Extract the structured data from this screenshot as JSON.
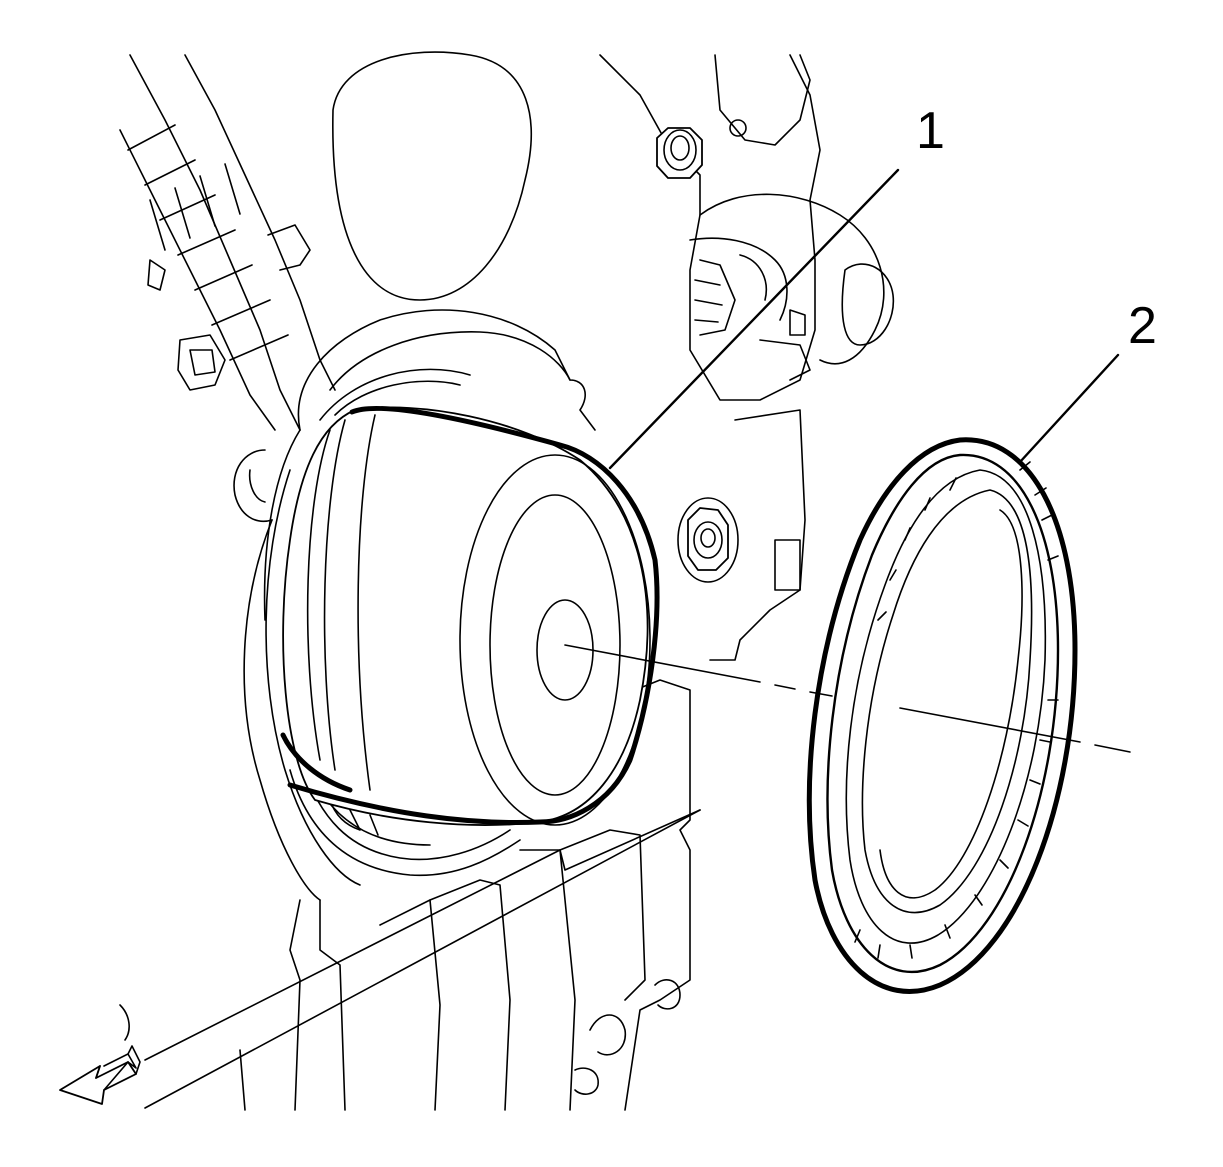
{
  "callouts": [
    {
      "id": "1",
      "label": "1"
    },
    {
      "id": "2",
      "label": "2"
    }
  ],
  "colors": {
    "line": "#000000",
    "background": "#ffffff"
  },
  "icons": {
    "direction_arrow": "arrow-left-down-icon"
  }
}
